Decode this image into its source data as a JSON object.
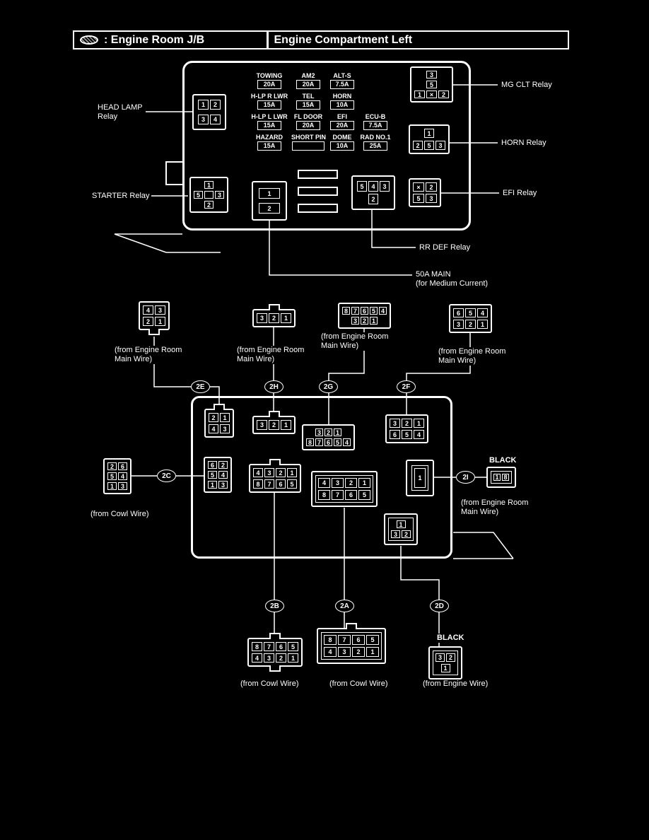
{
  "header": {
    "left": ": Engine Room J/B",
    "right": "Engine Compartment Left"
  },
  "fuse_grid": {
    "rows": [
      [
        {
          "name": "TOWING",
          "amp": "20A"
        },
        {
          "name": "AM2",
          "amp": "20A"
        },
        {
          "name": "ALT-S",
          "amp": "7.5A"
        }
      ],
      [
        {
          "name": "H-LP R LWR",
          "amp": "15A"
        },
        {
          "name": "TEL",
          "amp": "15A"
        },
        {
          "name": "HORN",
          "amp": "10A"
        }
      ],
      [
        {
          "name": "H-LP L LWR",
          "amp": "15A"
        },
        {
          "name": "FL DOOR",
          "amp": "20A"
        },
        {
          "name": "EFI",
          "amp": "20A"
        },
        {
          "name": "ECU-B",
          "amp": "7.5A"
        }
      ],
      [
        {
          "name": "HAZARD",
          "amp": "15A"
        },
        {
          "name": "SHORT PIN",
          "amp": "",
          "wide": true
        },
        {
          "name": "DOME",
          "amp": "10A"
        },
        {
          "name": "RAD NO.1",
          "amp": "25A"
        }
      ]
    ]
  },
  "relays": {
    "head_lamp_line1": "HEAD LAMP",
    "head_lamp_line2": "Relay",
    "mg_clt": "MG CLT Relay",
    "horn": "HORN Relay",
    "efi": "EFI Relay",
    "starter": "STARTER Relay",
    "rr_def": "RR DEF Relay",
    "main_50a_line1": "50A MAIN",
    "main_50a_line2": "(for Medium Current)"
  },
  "circles": {
    "e": "2E",
    "h": "2H",
    "g": "2G",
    "f": "2F",
    "c": "2C",
    "i": "2I",
    "b": "2B",
    "a": "2A",
    "d": "2D"
  },
  "captions": {
    "from_engine_room_line1": "(from Engine Room",
    "from_engine_room_line2": "Main Wire)",
    "from_cowl_wire": "(from Cowl Wire)",
    "from_engine_wire": "(from Engine Wire)",
    "black": "BLACK"
  },
  "connectors": {
    "relay_headlamp": {
      "rows": [
        [
          "1",
          "2"
        ],
        [
          "3",
          "4"
        ]
      ],
      "pw": 15,
      "ph": 14,
      "gap": 7,
      "pad": 6
    },
    "relay_mgclt": {
      "rows": [
        [
          "3"
        ],
        [
          "5"
        ],
        [
          "1",
          "×",
          "2"
        ]
      ],
      "pw": 15,
      "ph": 11,
      "gap": 3
    },
    "relay_horn": {
      "rows": [
        [
          "1"
        ],
        [
          "2",
          "5",
          "3"
        ]
      ],
      "pw": 14,
      "ph": 13,
      "gap": 4
    },
    "relay_efi": {
      "rows": [
        [
          "×",
          "2"
        ],
        [
          "5",
          "3"
        ]
      ],
      "pw": 16,
      "ph": 13,
      "gap": 3
    },
    "relay_starter": {
      "rows": [
        [
          "1"
        ],
        [
          "5",
          "",
          "3"
        ],
        [
          "2"
        ]
      ],
      "pw": 13,
      "ph": 11,
      "gap": 3
    },
    "main_50a": {
      "rows": [
        [
          "1"
        ],
        [
          "2"
        ]
      ],
      "pw": 30,
      "ph": 15,
      "gap": 6,
      "pad": 8
    },
    "relay_rrdef": {
      "rows": [
        [
          "5",
          "4",
          "3"
        ],
        [
          "2"
        ]
      ],
      "pw": 14,
      "ph": 15,
      "gap": 3,
      "pad": 6
    },
    "up_2e": {
      "rows": [
        [
          "4",
          "3"
        ],
        [
          "2",
          "1"
        ]
      ],
      "pw": 15,
      "ph": 13,
      "tab": "bottom"
    },
    "up_2h": {
      "rows": [
        [
          "3",
          "2",
          "1"
        ]
      ],
      "pw": 15,
      "ph": 14,
      "tab": "top"
    },
    "up_2g": {
      "rows": [
        [
          "8",
          "7",
          "6",
          "5",
          "4"
        ],
        [
          "3",
          "2",
          "1"
        ]
      ],
      "pw": 11,
      "ph": 11
    },
    "up_2f": {
      "rows": [
        [
          "6",
          "5",
          "4"
        ],
        [
          "3",
          "2",
          "1"
        ]
      ],
      "pw": 15,
      "ph": 13
    },
    "in_2e": {
      "rows": [
        [
          "2",
          "1"
        ],
        [
          "4",
          "3"
        ]
      ],
      "pw": 14,
      "ph": 13,
      "tab": "top"
    },
    "in_2h": {
      "rows": [
        [
          "3",
          "2",
          "1"
        ]
      ],
      "pw": 15,
      "ph": 14,
      "tab": "top"
    },
    "in_2g": {
      "rows": [
        [
          "3",
          "2",
          "1"
        ],
        [
          "8",
          "7",
          "6",
          "5",
          "4"
        ]
      ],
      "pw": 11,
      "ph": 11
    },
    "in_2f": {
      "rows": [
        [
          "3",
          "2",
          "1"
        ],
        [
          "6",
          "5",
          "4"
        ]
      ],
      "pw": 15,
      "ph": 13
    },
    "out_2c": {
      "rows": [
        [
          "2",
          "6"
        ],
        [
          "5",
          "4"
        ],
        [
          "1",
          "3"
        ]
      ],
      "pw": 13,
      "ph": 11,
      "gap": 3
    },
    "in_2c": {
      "rows": [
        [
          "6",
          "2"
        ],
        [
          "5",
          "4"
        ],
        [
          "1",
          "3"
        ]
      ],
      "pw": 13,
      "ph": 11,
      "gap": 3
    },
    "in_2b": {
      "rows": [
        [
          "4",
          "3",
          "2",
          "1"
        ],
        [
          "8",
          "7",
          "6",
          "5"
        ]
      ],
      "pw": 14,
      "ph": 13,
      "tab": "top"
    },
    "in_2a": {
      "rows": [
        [
          "4",
          "3",
          "2",
          "1"
        ],
        [
          "8",
          "7",
          "6",
          "5"
        ]
      ],
      "pw": 17,
      "ph": 14,
      "inner": true
    },
    "in_2i": {
      "rows": [
        [
          "1"
        ]
      ],
      "pw": 16,
      "ph": 28,
      "pad": 6,
      "inner": true
    },
    "in_2d": {
      "rows": [
        [
          "1"
        ],
        [
          "3",
          "2"
        ]
      ],
      "pw": 13,
      "ph": 11,
      "inner": true
    },
    "out_2i": {
      "rows": [
        [
          "1",
          "8"
        ]
      ],
      "pw": 10,
      "ph": 10,
      "inner": true
    },
    "bot_2b": {
      "rows": [
        [
          "8",
          "7",
          "6",
          "5"
        ],
        [
          "4",
          "3",
          "2",
          "1"
        ]
      ],
      "pw": 15,
      "ph": 13,
      "tab": "both"
    },
    "bot_2a": {
      "rows": [
        [
          "8",
          "7",
          "6",
          "5"
        ],
        [
          "4",
          "3",
          "2",
          "1"
        ]
      ],
      "pw": 18,
      "ph": 14,
      "inner": true,
      "tab": "top"
    },
    "bot_2d": {
      "rows": [
        [
          "3",
          "2"
        ],
        [
          "1"
        ]
      ],
      "pw": 13,
      "ph": 12,
      "inner": true
    }
  }
}
